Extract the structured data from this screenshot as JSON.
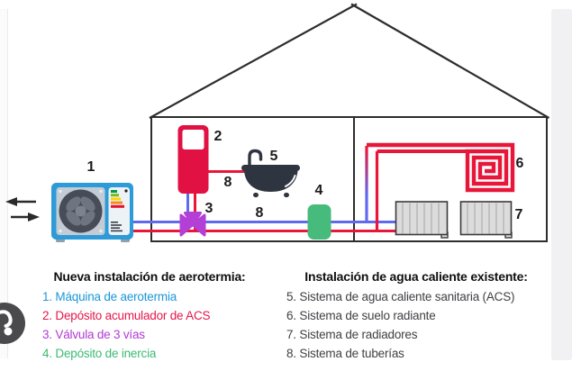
{
  "diagram": {
    "labels": {
      "pump": "1",
      "acs_tank": "2",
      "valve": "3",
      "buffer_tank": "4",
      "bath": "5",
      "floor_heating": "6",
      "radiators": "7",
      "pipes_upper": "8",
      "pipes_lower": "8"
    },
    "colors": {
      "pipe_hot": "#e8173a",
      "pipe_cold": "#5f6af0",
      "acs_tank": "#e11144",
      "valve": "#b33fd6",
      "buffer_tank": "#47bb7c",
      "pump_body": "#2d9bd8",
      "bathtub": "#2f3540",
      "wall": "#2d2d2d"
    }
  },
  "legend_left": {
    "title": "Nueva instalación de aerotermia:",
    "items": [
      {
        "num": "1.",
        "label": "Máquina de aerotermia",
        "color": "#1b97d8"
      },
      {
        "num": "2.",
        "label": "Depósito acumulador de ACS",
        "color": "#e4174b"
      },
      {
        "num": "3.",
        "label": "Válvula de 3 vías",
        "color": "#b13ad2"
      },
      {
        "num": "4.",
        "label": "Depósito de inercia",
        "color": "#3cba74"
      }
    ]
  },
  "legend_right": {
    "title": "Instalación de agua caliente existente:",
    "items": [
      {
        "num": "5.",
        "label": "Sistema de agua caliente sanitaria (ACS)",
        "color": "#414146"
      },
      {
        "num": "6.",
        "label": "Sistema de suelo radiante",
        "color": "#414146"
      },
      {
        "num": "7.",
        "label": "Sistema de radiadores",
        "color": "#414146"
      },
      {
        "num": "8.",
        "label": "Sistema de tuberías",
        "color": "#414146"
      }
    ]
  }
}
